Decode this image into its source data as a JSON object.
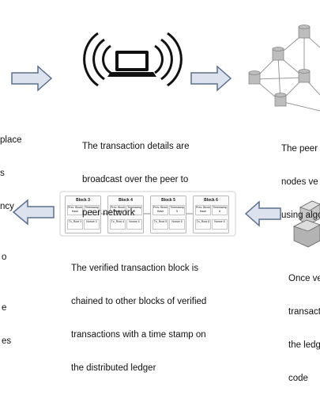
{
  "steps": {
    "left_partial": [
      "place",
      "s",
      "ncy"
    ],
    "broadcast": [
      "The transaction details are",
      "broadcast over the peer to",
      "peer network"
    ],
    "peer_partial": [
      "The peer",
      "nodes ve",
      "using algo"
    ],
    "chained": [
      "The verified transaction block is",
      "chained to other blocks of verified",
      "transactions with a time stamp on",
      "the distributed ledger"
    ],
    "ledger_partial": [
      "Once ve",
      "transact",
      "the ledg",
      "code"
    ],
    "bottom_left_partial": [
      "o",
      "e",
      "es"
    ]
  },
  "chain": {
    "blocks": [
      {
        "title": "Block 3",
        "prev": "Prev. Block Hash",
        "time": "Timestamp 3",
        "tx": "Tx_Root 3",
        "nonce": "Nonce 3"
      },
      {
        "title": "Block 4",
        "prev": "Prev. Block Hash",
        "time": "Timestamp 4",
        "tx": "Tx_Root 4",
        "nonce": "Nonce 4"
      },
      {
        "title": "Block 5",
        "prev": "Prev. Block Hash",
        "time": "Timestamp 5",
        "tx": "Tx_Root 5",
        "nonce": "Nonce 5"
      },
      {
        "title": "Block 6",
        "prev": "Prev. Block Hash",
        "time": "Timestamp 6",
        "tx": "Tx_Root 6",
        "nonce": "Nonce 6"
      }
    ]
  },
  "colors": {
    "arrow_fill": "#dde3ee",
    "arrow_stroke": "#5b6f8c",
    "node": "#bdbdbd"
  },
  "icons": [
    "laptop-icon",
    "signal-waves-icon",
    "network-nodes-icon",
    "database-node-icon",
    "blocks-stack-icon"
  ]
}
